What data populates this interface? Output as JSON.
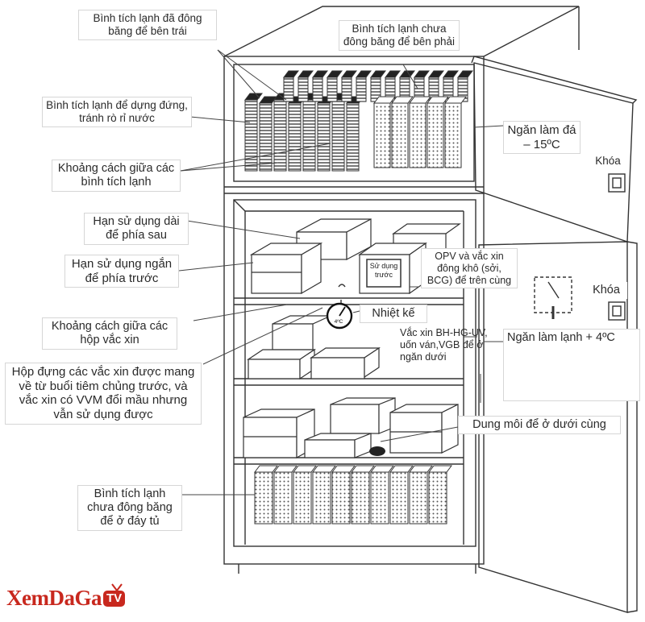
{
  "labels": {
    "frozen_left": "Bình tích lạnh đã đông băng để bên trái",
    "unfrozen_right": "Bình tích lạnh chưa đông băng để bên phải",
    "upright": "Bình tích lạnh để dựng đứng, tránh rò rỉ nước",
    "ice_compartment": "Ngăn làm đá – 15ºC",
    "lock_top": "Khóa",
    "spacing_packs": "Khoảng cách giữa các bình tích lạnh",
    "long_expiry": "Hạn sử dụng dài để phía sau",
    "short_expiry": "Hạn sử dụng ngắn để phía trước",
    "opv": "OPV và vắc xin đông khô (sởi, BCG) để trên cùng",
    "use_first": "Sử dụng trước",
    "lock_bottom": "Khóa",
    "thermometer": "Nhiệt kế",
    "thermo_reading": "4ºC",
    "spacing_boxes": "Khoảng cách giữa các hộp vắc xin",
    "cold_compartment": "Ngăn làm lạnh + 4ºC",
    "dtp": "Vắc xin BH-HG-UV, uốn ván,VGB để ở ngăn dưới",
    "returned": "Hộp đựng các vắc xin được mang về từ buổi tiêm chủng trước, và vắc xin có VVM đổi mầu nhưng vẫn sử dụng được",
    "diluent": "Dung môi để ở dưới cùng",
    "unfrozen_bottom": "Bình tích lạnh chưa đông băng để ở đáy tủ"
  },
  "brand": {
    "name": "XemDaGa",
    "badge": "TV"
  },
  "colors": {
    "line": "#333333",
    "brand_red": "#c8281e",
    "label_border": "#d6d6d6"
  }
}
